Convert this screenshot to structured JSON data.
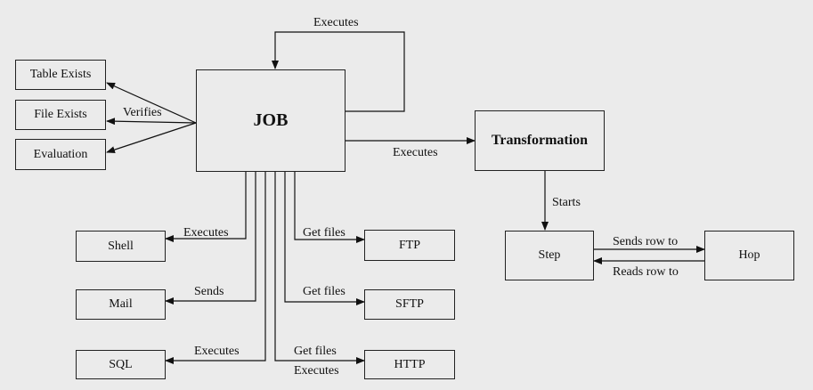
{
  "nodes": {
    "table_exists": "Table Exists",
    "file_exists": "File Exists",
    "evaluation": "Evaluation",
    "job": "JOB",
    "transformation": "Transformation",
    "step": "Step",
    "hop": "Hop",
    "shell": "Shell",
    "mail": "Mail",
    "sql": "SQL",
    "ftp": "FTP",
    "sftp": "SFTP",
    "http": "HTTP"
  },
  "edges": {
    "job_self_executes": "Executes",
    "verifies": "Verifies",
    "job_to_transformation": "Executes",
    "starts": "Starts",
    "sends_row_to": "Sends row to",
    "reads_row_to": "Reads row to",
    "shell_executes": "Executes",
    "mail_sends": "Sends",
    "sql_executes": "Executes",
    "ftp_get_files": "Get files",
    "sftp_get_files": "Get files",
    "http_get_files": "Get files",
    "http_executes": "Executes"
  }
}
